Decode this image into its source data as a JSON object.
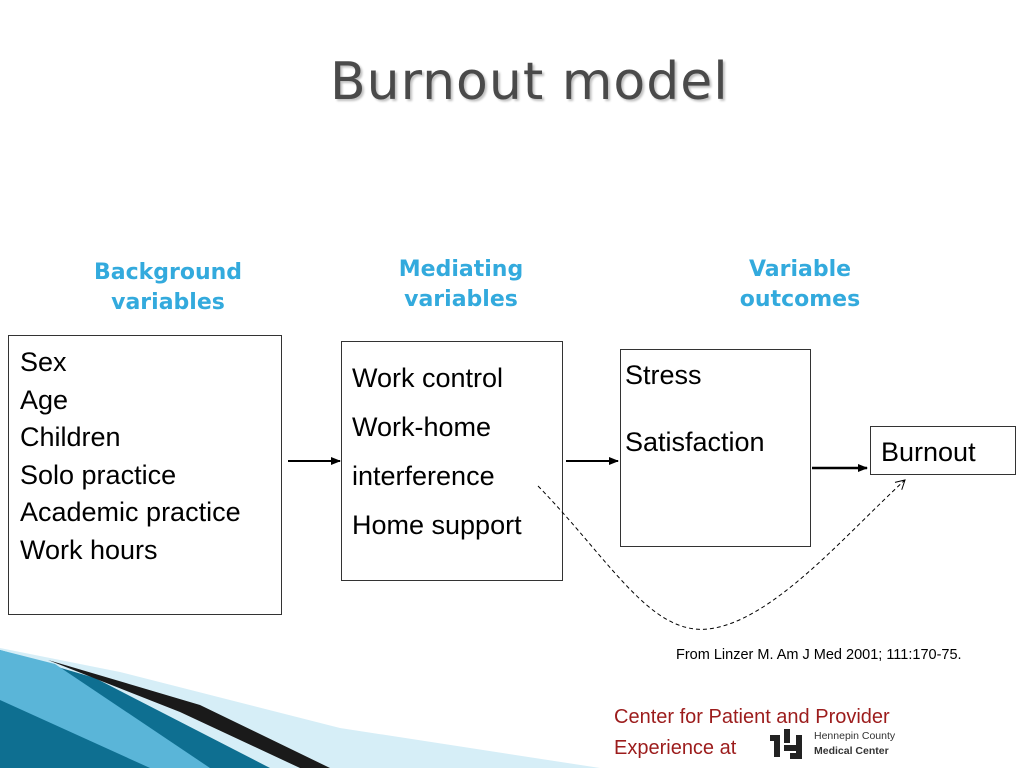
{
  "title": "Burnout model",
  "columns": {
    "background": {
      "line1": "Background",
      "line2": "variables"
    },
    "mediating": {
      "line1": "Mediating",
      "line2": "variables"
    },
    "outcomes": {
      "line1": "Variable",
      "line2": "outcomes"
    }
  },
  "boxes": {
    "background": [
      "Sex",
      "Age",
      "Children",
      "Solo practice",
      "Academic practice",
      "Work hours"
    ],
    "mediating": [
      "Work control",
      "Work-home",
      "interference",
      "Home support"
    ],
    "outcomes": [
      "Stress",
      "Satisfaction"
    ],
    "final": "Burnout"
  },
  "citation": "From Linzer M. Am J Med 2001; 111:170-75.",
  "footer": {
    "line1": "Center for Patient and Provider",
    "line2": "Experience at",
    "logo_line1": "Hennepin County",
    "logo_line2": "Medical Center"
  },
  "colors": {
    "title": "#4a4a4a",
    "heading": "#33aadd",
    "footer_text": "#9c1c1c",
    "accent_dark": "#0e6f91",
    "accent_light": "#d6eef7"
  }
}
